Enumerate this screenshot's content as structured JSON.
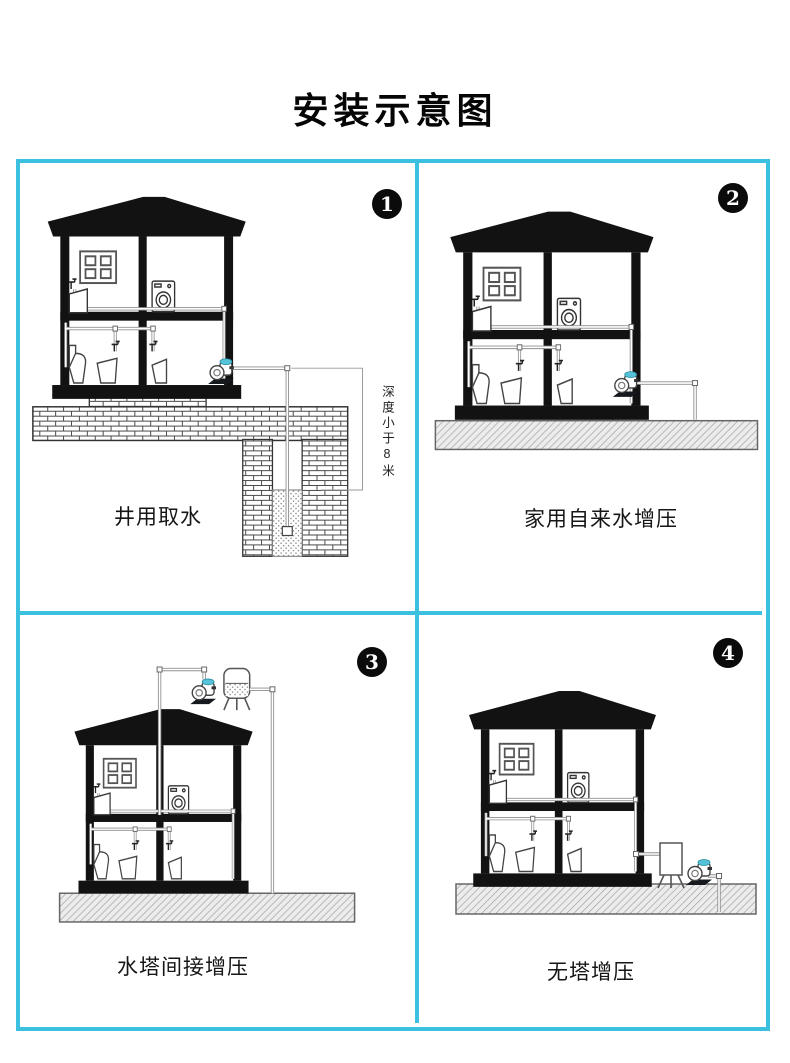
{
  "title": "安装示意图",
  "panels": [
    {
      "badge": "1",
      "caption": "井用取水",
      "annotation": "深度小于8米"
    },
    {
      "badge": "2",
      "caption": "家用自来水增压"
    },
    {
      "badge": "3",
      "caption": "水塔间接增压"
    },
    {
      "badge": "4",
      "caption": "无塔增压"
    }
  ],
  "colors": {
    "frame": "#3bc0e0",
    "badge_bg": "#0b0b0b",
    "badge_fg": "#ffffff",
    "pump_accent": "#55c2d8"
  }
}
